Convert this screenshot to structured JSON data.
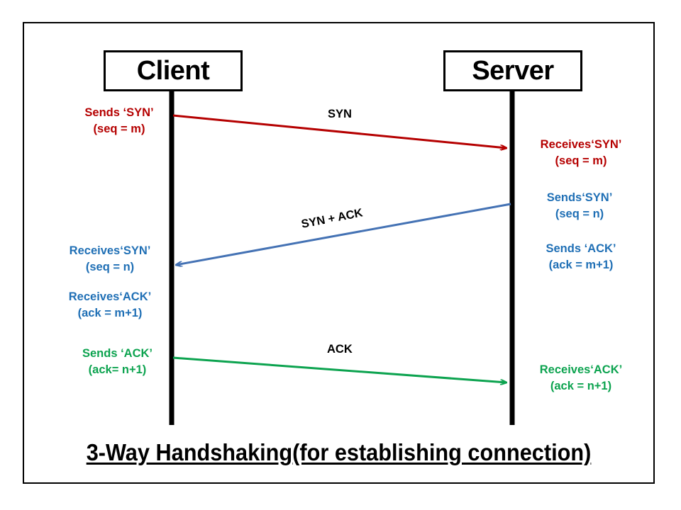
{
  "diagram": {
    "title": "3-Way Handshaking(for establishing connection)",
    "participants": [
      {
        "id": "client",
        "label": "Client"
      },
      {
        "id": "server",
        "label": "Server"
      }
    ],
    "colors": {
      "syn": "#B50000",
      "syn_ack": "#4472B4",
      "syn_ack_text": "#1F6FB5",
      "ack": "#0CA34F",
      "frame": "#000000",
      "lifeline": "#000000",
      "arrow_label": "#000000"
    },
    "messages": [
      {
        "id": "msg-syn",
        "label": "SYN",
        "direction": "client-to-server",
        "color": "#B50000"
      },
      {
        "id": "msg-syn-ack",
        "label": "SYN + ACK",
        "direction": "server-to-client",
        "color": "#4472B4"
      },
      {
        "id": "msg-ack",
        "label": "ACK",
        "direction": "client-to-server",
        "color": "#0CA34F"
      }
    ],
    "notes": {
      "client_sends_syn": {
        "line1": "Sends ‘SYN’",
        "line2": "(seq = m)"
      },
      "server_receives_syn": {
        "line1": "Receives‘SYN’",
        "line2": "(seq = m)"
      },
      "server_sends_syn": {
        "line1": "Sends‘SYN’",
        "line2": "(seq = n)"
      },
      "server_sends_ack": {
        "line1": "Sends ‘ACK’",
        "line2": "(ack = m+1)"
      },
      "client_receives_syn": {
        "line1": "Receives‘SYN’",
        "line2": "(seq = n)"
      },
      "client_receives_ack": {
        "line1": "Receives‘ACK’",
        "line2": "(ack = m+1)"
      },
      "client_sends_ack": {
        "line1": "Sends ‘ACK’",
        "line2": "(ack= n+1)"
      },
      "server_receives_ack": {
        "line1": "Receives‘ACK’",
        "line2": "(ack = n+1)"
      }
    }
  }
}
